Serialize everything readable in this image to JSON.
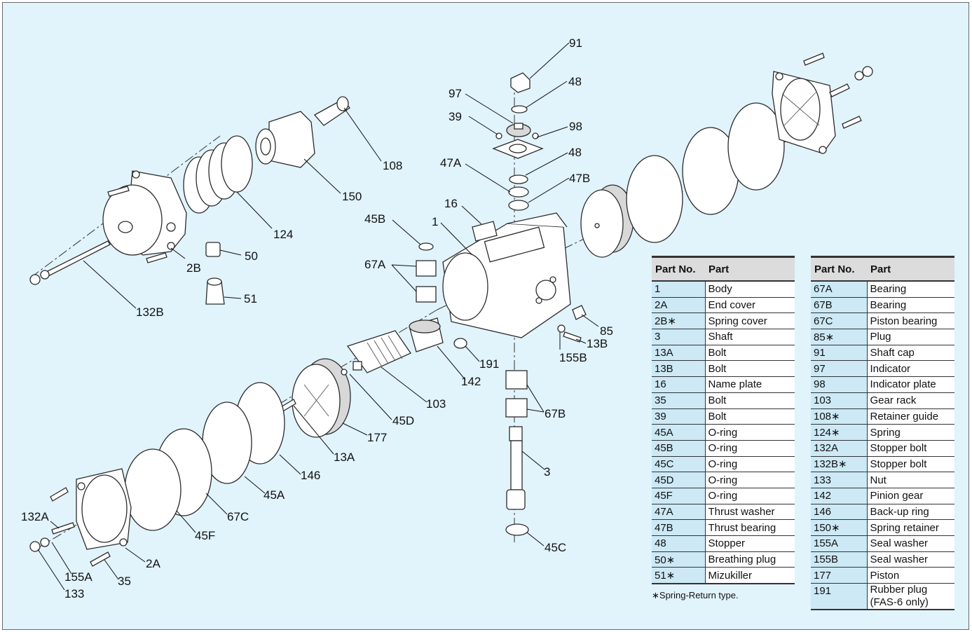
{
  "callouts": [
    {
      "text": "91"
    },
    {
      "text": "48"
    },
    {
      "text": "97"
    },
    {
      "text": "39"
    },
    {
      "text": "98"
    },
    {
      "text": "48"
    },
    {
      "text": "47A"
    },
    {
      "text": "47B"
    },
    {
      "text": "108"
    },
    {
      "text": "150"
    },
    {
      "text": "124"
    },
    {
      "text": "16"
    },
    {
      "text": "45B"
    },
    {
      "text": "1"
    },
    {
      "text": "67A"
    },
    {
      "text": "50"
    },
    {
      "text": "2B"
    },
    {
      "text": "51"
    },
    {
      "text": "132B"
    },
    {
      "text": "85"
    },
    {
      "text": "13B"
    },
    {
      "text": "155B"
    },
    {
      "text": "191"
    },
    {
      "text": "142"
    },
    {
      "text": "103"
    },
    {
      "text": "45D"
    },
    {
      "text": "177"
    },
    {
      "text": "67B"
    },
    {
      "text": "13A"
    },
    {
      "text": "146"
    },
    {
      "text": "3"
    },
    {
      "text": "45A"
    },
    {
      "text": "67C"
    },
    {
      "text": "45F"
    },
    {
      "text": "132A"
    },
    {
      "text": "2A"
    },
    {
      "text": "155A"
    },
    {
      "text": "35"
    },
    {
      "text": "133"
    },
    {
      "text": "45C"
    }
  ],
  "table_left": {
    "header": {
      "no": "Part No.",
      "part": "Part"
    },
    "rows": [
      {
        "no": "1",
        "part": "Body"
      },
      {
        "no": "2A",
        "part": "End cover"
      },
      {
        "no": "2B∗",
        "part": "Spring cover"
      },
      {
        "no": "3",
        "part": "Shaft"
      },
      {
        "no": "13A",
        "part": "Bolt"
      },
      {
        "no": "13B",
        "part": "Bolt"
      },
      {
        "no": "16",
        "part": "Name plate"
      },
      {
        "no": "35",
        "part": "Bolt"
      },
      {
        "no": "39",
        "part": "Bolt"
      },
      {
        "no": "45A",
        "part": "O-ring"
      },
      {
        "no": "45B",
        "part": "O-ring"
      },
      {
        "no": "45C",
        "part": "O-ring"
      },
      {
        "no": "45D",
        "part": "O-ring"
      },
      {
        "no": "45F",
        "part": "O-ring"
      },
      {
        "no": "47A",
        "part": "Thrust washer"
      },
      {
        "no": "47B",
        "part": "Thrust bearing"
      },
      {
        "no": "48",
        "part": "Stopper"
      },
      {
        "no": "50∗",
        "part": "Breathing plug"
      },
      {
        "no": "51∗",
        "part": "Mizukiller"
      }
    ]
  },
  "table_right": {
    "header": {
      "no": "Part No.",
      "part": "Part"
    },
    "rows": [
      {
        "no": "67A",
        "part": "Bearing"
      },
      {
        "no": "67B",
        "part": "Bearing"
      },
      {
        "no": "67C",
        "part": "Piston bearing"
      },
      {
        "no": "85∗",
        "part": "Plug"
      },
      {
        "no": "91",
        "part": "Shaft cap"
      },
      {
        "no": "97",
        "part": "Indicator"
      },
      {
        "no": "98",
        "part": "Indicator plate"
      },
      {
        "no": "103",
        "part": "Gear rack"
      },
      {
        "no": "108∗",
        "part": "Retainer guide"
      },
      {
        "no": "124∗",
        "part": "Spring"
      },
      {
        "no": "132A",
        "part": "Stopper bolt"
      },
      {
        "no": "132B∗",
        "part": "Stopper bolt"
      },
      {
        "no": "133",
        "part": "Nut"
      },
      {
        "no": "142",
        "part": "Pinion gear"
      },
      {
        "no": "146",
        "part": "Back-up ring"
      },
      {
        "no": "150∗",
        "part": "Spring retainer"
      },
      {
        "no": "155A",
        "part": "Seal washer"
      },
      {
        "no": "155B",
        "part": "Seal washer"
      },
      {
        "no": "177",
        "part": "Piston"
      },
      {
        "no": "191",
        "part": "Rubber plug (FAS-6 only)"
      }
    ]
  },
  "footnote": "∗Spring-Return type.",
  "colors": {
    "background": "#e1f3fb",
    "number_column": "#cde9f6",
    "header": "#dcdcdc"
  }
}
